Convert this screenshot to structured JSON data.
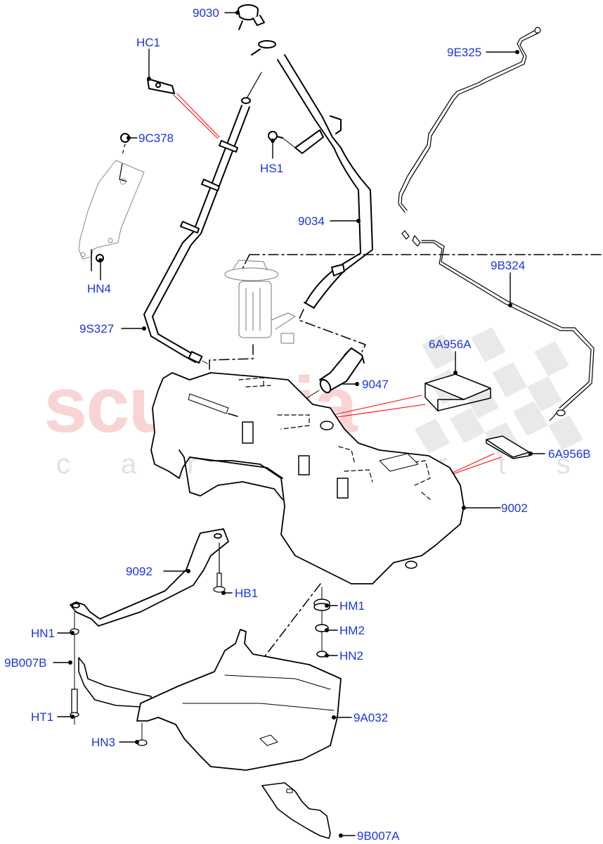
{
  "diagram": {
    "subject": "Fuel tank and related parts exploded diagram",
    "colors": {
      "callout_text": "#1a35e0",
      "line": "#000000",
      "highlight_line": "#ff0000",
      "watermark_main": "#f8d4d4",
      "watermark_sub": "#e2e2e2",
      "checker": "#e6e6e6"
    }
  },
  "watermark": {
    "main": "scuderia",
    "sub": "car parts"
  },
  "callouts": [
    {
      "id": "9030",
      "label": "9030",
      "part": "fuel-filler-cap"
    },
    {
      "id": "HC1",
      "label": "HC1",
      "part": "clip"
    },
    {
      "id": "9E325",
      "label": "9E325",
      "part": "vapour-line"
    },
    {
      "id": "9C378",
      "label": "9C378",
      "part": "clip"
    },
    {
      "id": "HS1",
      "label": "HS1",
      "part": "screw"
    },
    {
      "id": "9034",
      "label": "9034",
      "part": "filler-pipe"
    },
    {
      "id": "HN4",
      "label": "HN4",
      "part": "nut"
    },
    {
      "id": "9B324",
      "label": "9B324",
      "part": "fuel-line"
    },
    {
      "id": "9S327",
      "label": "9S327",
      "part": "vent-hose"
    },
    {
      "id": "6A956A",
      "label": "6A956A",
      "part": "pad"
    },
    {
      "id": "9047",
      "label": "9047",
      "part": "filler-hose"
    },
    {
      "id": "6A956B",
      "label": "6A956B",
      "part": "pad"
    },
    {
      "id": "9002",
      "label": "9002",
      "part": "fuel-tank"
    },
    {
      "id": "9092",
      "label": "9092",
      "part": "tank-strap"
    },
    {
      "id": "HB1",
      "label": "HB1",
      "part": "bolt"
    },
    {
      "id": "HM1",
      "label": "HM1",
      "part": "mount"
    },
    {
      "id": "HN1",
      "label": "HN1",
      "part": "nut"
    },
    {
      "id": "HM2",
      "label": "HM2",
      "part": "mount"
    },
    {
      "id": "HN2",
      "label": "HN2",
      "part": "nut"
    },
    {
      "id": "9B007B",
      "label": "9B007B",
      "part": "heat-shield"
    },
    {
      "id": "HT1",
      "label": "HT1",
      "part": "stud"
    },
    {
      "id": "9A032",
      "label": "9A032",
      "part": "heat-shield"
    },
    {
      "id": "HN3",
      "label": "HN3",
      "part": "nut"
    },
    {
      "id": "9B007A",
      "label": "9B007A",
      "part": "heat-shield"
    }
  ]
}
